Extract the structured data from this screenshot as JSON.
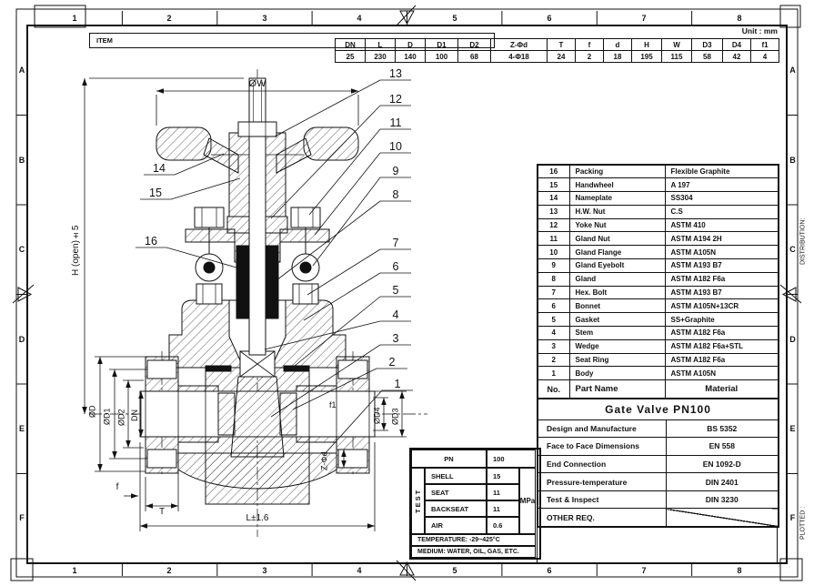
{
  "sheet": {
    "unit": "Unit : mm",
    "item": "ITEM",
    "distribution": "DISTRIBUTION:",
    "plotted": "PLOTTED :"
  },
  "grid": {
    "cols": [
      "1",
      "2",
      "3",
      "4",
      "5",
      "6",
      "7",
      "8"
    ],
    "rows": [
      "A",
      "B",
      "C",
      "D",
      "E",
      "F"
    ]
  },
  "dim_table": {
    "headers": [
      "DN",
      "L",
      "D",
      "D1",
      "D2",
      "Z-Φd",
      "T",
      "f",
      "d",
      "H",
      "W",
      "D3",
      "D4",
      "f1"
    ],
    "values": [
      "25",
      "230",
      "140",
      "100",
      "68",
      "4-Φ18",
      "24",
      "2",
      "18",
      "195",
      "115",
      "58",
      "42",
      "4"
    ]
  },
  "parts_table": {
    "headers": {
      "no": "No.",
      "name": "Part Name",
      "material": "Material"
    },
    "rows": [
      {
        "no": "16",
        "name": "Packing",
        "material": "Flexible Graphite"
      },
      {
        "no": "15",
        "name": "Handwheel",
        "material": "A 197"
      },
      {
        "no": "14",
        "name": "Nameplate",
        "material": "SS304"
      },
      {
        "no": "13",
        "name": "H.W. Nut",
        "material": "C.S"
      },
      {
        "no": "12",
        "name": "Yoke Nut",
        "material": "ASTM 410"
      },
      {
        "no": "11",
        "name": "Gland Nut",
        "material": "ASTM A194 2H"
      },
      {
        "no": "10",
        "name": "Gland Flange",
        "material": "ASTM A105N"
      },
      {
        "no": "9",
        "name": "Gland Eyebolt",
        "material": "ASTM A193 B7"
      },
      {
        "no": "8",
        "name": "Gland",
        "material": "ASTM A182 F6a"
      },
      {
        "no": "7",
        "name": "Hex. Bolt",
        "material": "ASTM A193 B7"
      },
      {
        "no": "6",
        "name": "Bonnet",
        "material": "ASTM A105N+13CR"
      },
      {
        "no": "5",
        "name": "Gasket",
        "material": "SS+Graphite"
      },
      {
        "no": "4",
        "name": "Stem",
        "material": "ASTM A182 F6a"
      },
      {
        "no": "3",
        "name": "Wedge",
        "material": "ASTM A182 F6a+STL"
      },
      {
        "no": "2",
        "name": "Seat Ring",
        "material": "ASTM A182 F6a"
      },
      {
        "no": "1",
        "name": "Body",
        "material": "ASTM A105N"
      }
    ]
  },
  "title_block": {
    "title": "Gate Valve  PN100",
    "rows": [
      {
        "label": "Design and Manufacture",
        "value": "BS 5352"
      },
      {
        "label": "Face to Face Dimensions",
        "value": "EN 558"
      },
      {
        "label": "End Connection",
        "value": "EN 1092-D"
      },
      {
        "label": "Pressure-temperature",
        "value": "DIN 2401"
      },
      {
        "label": "Test & Inspect",
        "value": "DIN 3230"
      },
      {
        "label": "OTHER REQ.",
        "value": ""
      }
    ]
  },
  "test_table": {
    "pn_label": "PN",
    "pn_value": "100",
    "test_label": "TEST",
    "unit": "MPa",
    "rows": [
      {
        "label": "SHELL",
        "value": "15"
      },
      {
        "label": "SEAT",
        "value": "11"
      },
      {
        "label": "BACKSEAT",
        "value": "11"
      },
      {
        "label": "AIR",
        "value": "0.6"
      }
    ],
    "temperature": "TEMPERATURE: -29~425°C",
    "medium": "MEDIUM: WATER, OIL, GAS, ETC."
  },
  "drawing": {
    "balloons": [
      "1",
      "2",
      "3",
      "4",
      "5",
      "6",
      "7",
      "8",
      "9",
      "10",
      "11",
      "12",
      "13",
      "14",
      "15",
      "16"
    ],
    "dims": {
      "ow": "ØW",
      "h_open": "H (open)±5",
      "d": "ØD",
      "d1": "ØD1",
      "d2": "ØD2",
      "dn": "DN",
      "f1": "f1",
      "d4": "ØD4",
      "d3": "ØD3",
      "z_pd": "Z-Φd",
      "f": "f",
      "t": "T",
      "l": "L±1.6"
    }
  }
}
